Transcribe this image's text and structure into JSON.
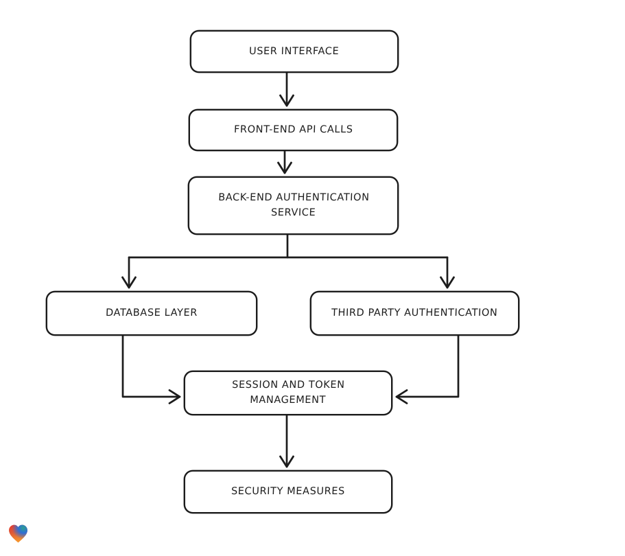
{
  "diagram": {
    "type": "flowchart",
    "direction": "top-down",
    "style": "hand-drawn",
    "colors": {
      "background": "#ffffff",
      "stroke": "#1c1c1c",
      "node_fill": "#ffffff",
      "text": "#1d1d1d"
    },
    "nodes": [
      {
        "id": "user-interface",
        "label": "USER INTERFACE"
      },
      {
        "id": "front-end-api-calls",
        "label": "FRONT-END API CALLS"
      },
      {
        "id": "back-end-authentication-service",
        "label": "BACK-END AUTHENTICATION SERVICE"
      },
      {
        "id": "database-layer",
        "label": "DATABASE LAYER"
      },
      {
        "id": "third-party-authentication",
        "label": "THIRD PARTY AUTHENTICATION"
      },
      {
        "id": "session-and-token-management",
        "label": "SESSION AND TOKEN MANAGEMENT"
      },
      {
        "id": "security-measures",
        "label": "SECURITY MEASURES"
      }
    ],
    "edges": [
      {
        "from": "user-interface",
        "to": "front-end-api-calls"
      },
      {
        "from": "front-end-api-calls",
        "to": "back-end-authentication-service"
      },
      {
        "from": "back-end-authentication-service",
        "to": "database-layer"
      },
      {
        "from": "back-end-authentication-service",
        "to": "third-party-authentication"
      },
      {
        "from": "database-layer",
        "to": "session-and-token-management"
      },
      {
        "from": "third-party-authentication",
        "to": "session-and-token-management"
      },
      {
        "from": "session-and-token-management",
        "to": "security-measures"
      }
    ],
    "logo": {
      "icon": "lovable-heart-logo",
      "colors": {
        "red": "#e8382c",
        "teal": "#2da08f",
        "blue": "#2f6fd6",
        "orange": "#f5952d"
      }
    }
  }
}
